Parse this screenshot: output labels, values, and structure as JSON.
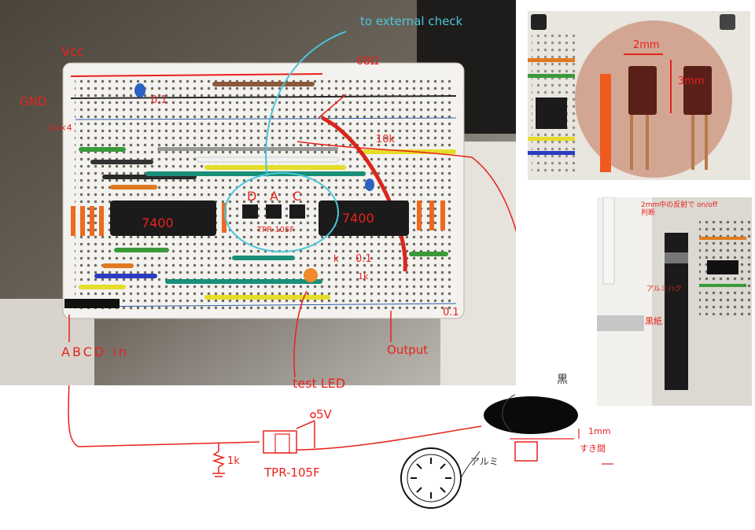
{
  "annotations": {
    "vcc": "Vcc",
    "gnd": "GND",
    "one_k_x4": "1k×4",
    "cap_left": "0.1",
    "external_check": "to external check",
    "r68": "68Ω",
    "r10k": "10k",
    "chip_left": "7400",
    "chip_right": "7400",
    "sensor_letters": [
      "D",
      "A",
      "C"
    ],
    "sensor_part": "TPR-105F",
    "cap_right_mid": "0.1",
    "k_mark": "k",
    "r1k": "1k",
    "cap_bottom_right": "0.1",
    "inputs": "ABCD in",
    "test_led": "test LED",
    "output": "Output",
    "v5": "5V",
    "r1k_schem": "1k",
    "tpr_schem": "TPR-105F",
    "black_jp": "黒",
    "alumi": "アルミ",
    "onemm": "1mm",
    "no_contact": "すき間",
    "zoom_2mm": "2mm",
    "zoom_3mm": "3mm",
    "side_note": "2mm中の反射で on/off 判断",
    "side_alumi": "アルミハク",
    "side_black": "黒紙"
  },
  "colors": {
    "ink_red": "#e8221d",
    "ink_cyan": "#4cc6dc",
    "board": "#f4f2ee",
    "hole": "#6e6a62"
  }
}
